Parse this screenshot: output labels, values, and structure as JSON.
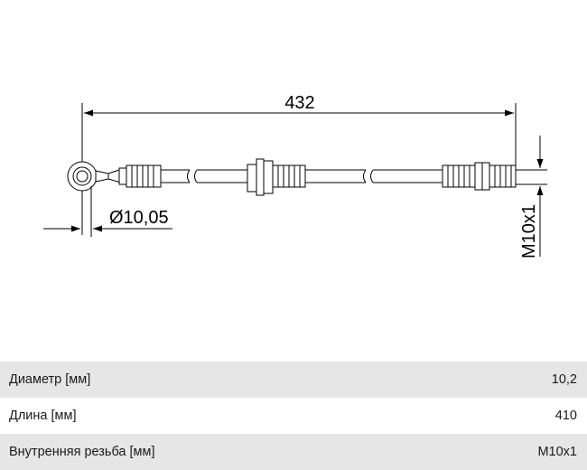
{
  "drawing": {
    "length_label": "432",
    "diameter_label": "Ø10,05",
    "thread_label": "M10x1"
  },
  "specs": [
    {
      "label": "Диаметр [мм]",
      "value": "10,2"
    },
    {
      "label": "Длина [мм]",
      "value": "410"
    },
    {
      "label": "Внутренняя резьба [мм]",
      "value": "M10x1"
    }
  ]
}
